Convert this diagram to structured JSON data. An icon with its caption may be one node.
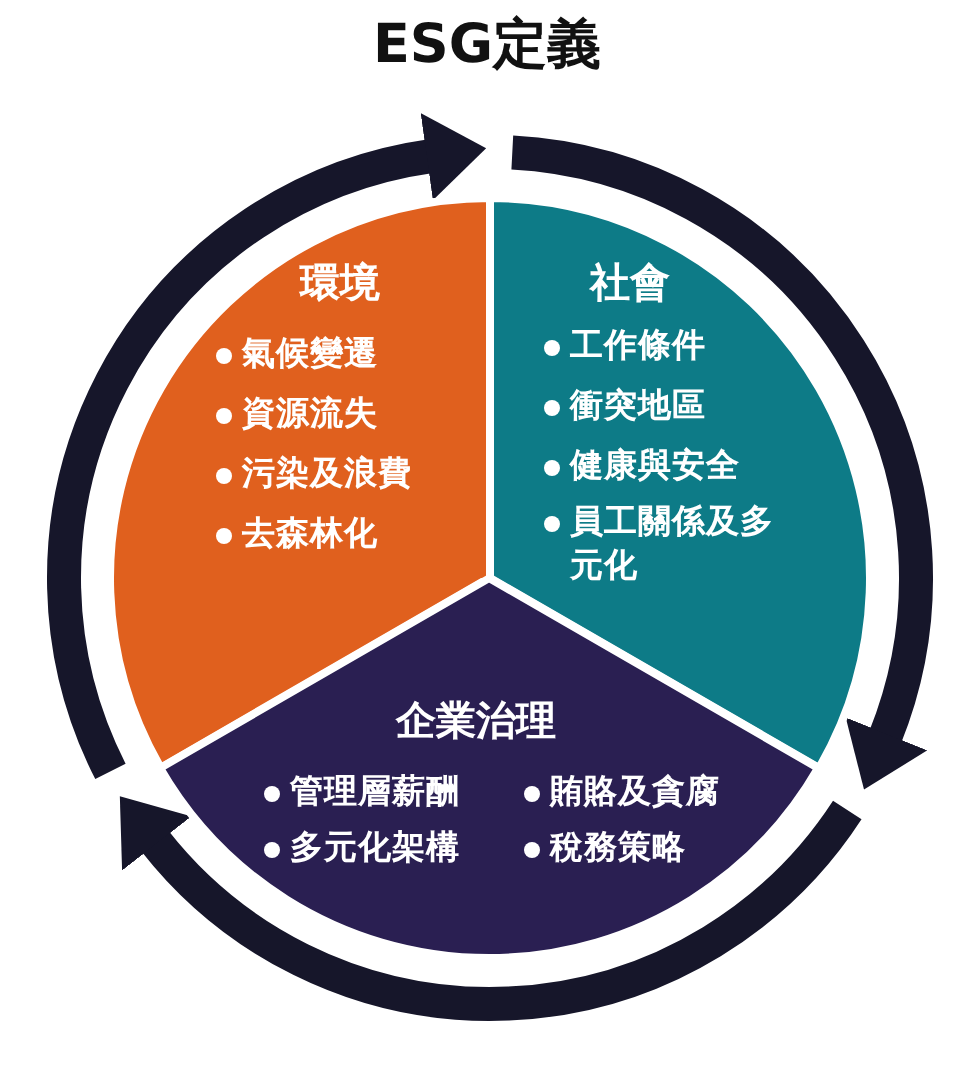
{
  "diagram": {
    "title": "ESG定義",
    "nodes": [
      {
        "text": [
          "環境",
          "氣候變遷",
          "資源流失",
          "污染及浪費",
          "去森林化"
        ]
      },
      {
        "text": [
          "社會",
          "工作條件",
          "衝突地區",
          "健康與安全",
          "員工關係及多元化"
        ]
      },
      {
        "text": [
          "企業治理",
          "管理層薪酬",
          "賄賂及貪腐",
          "多元化架構",
          "稅務策略"
        ]
      }
    ]
  }
}
